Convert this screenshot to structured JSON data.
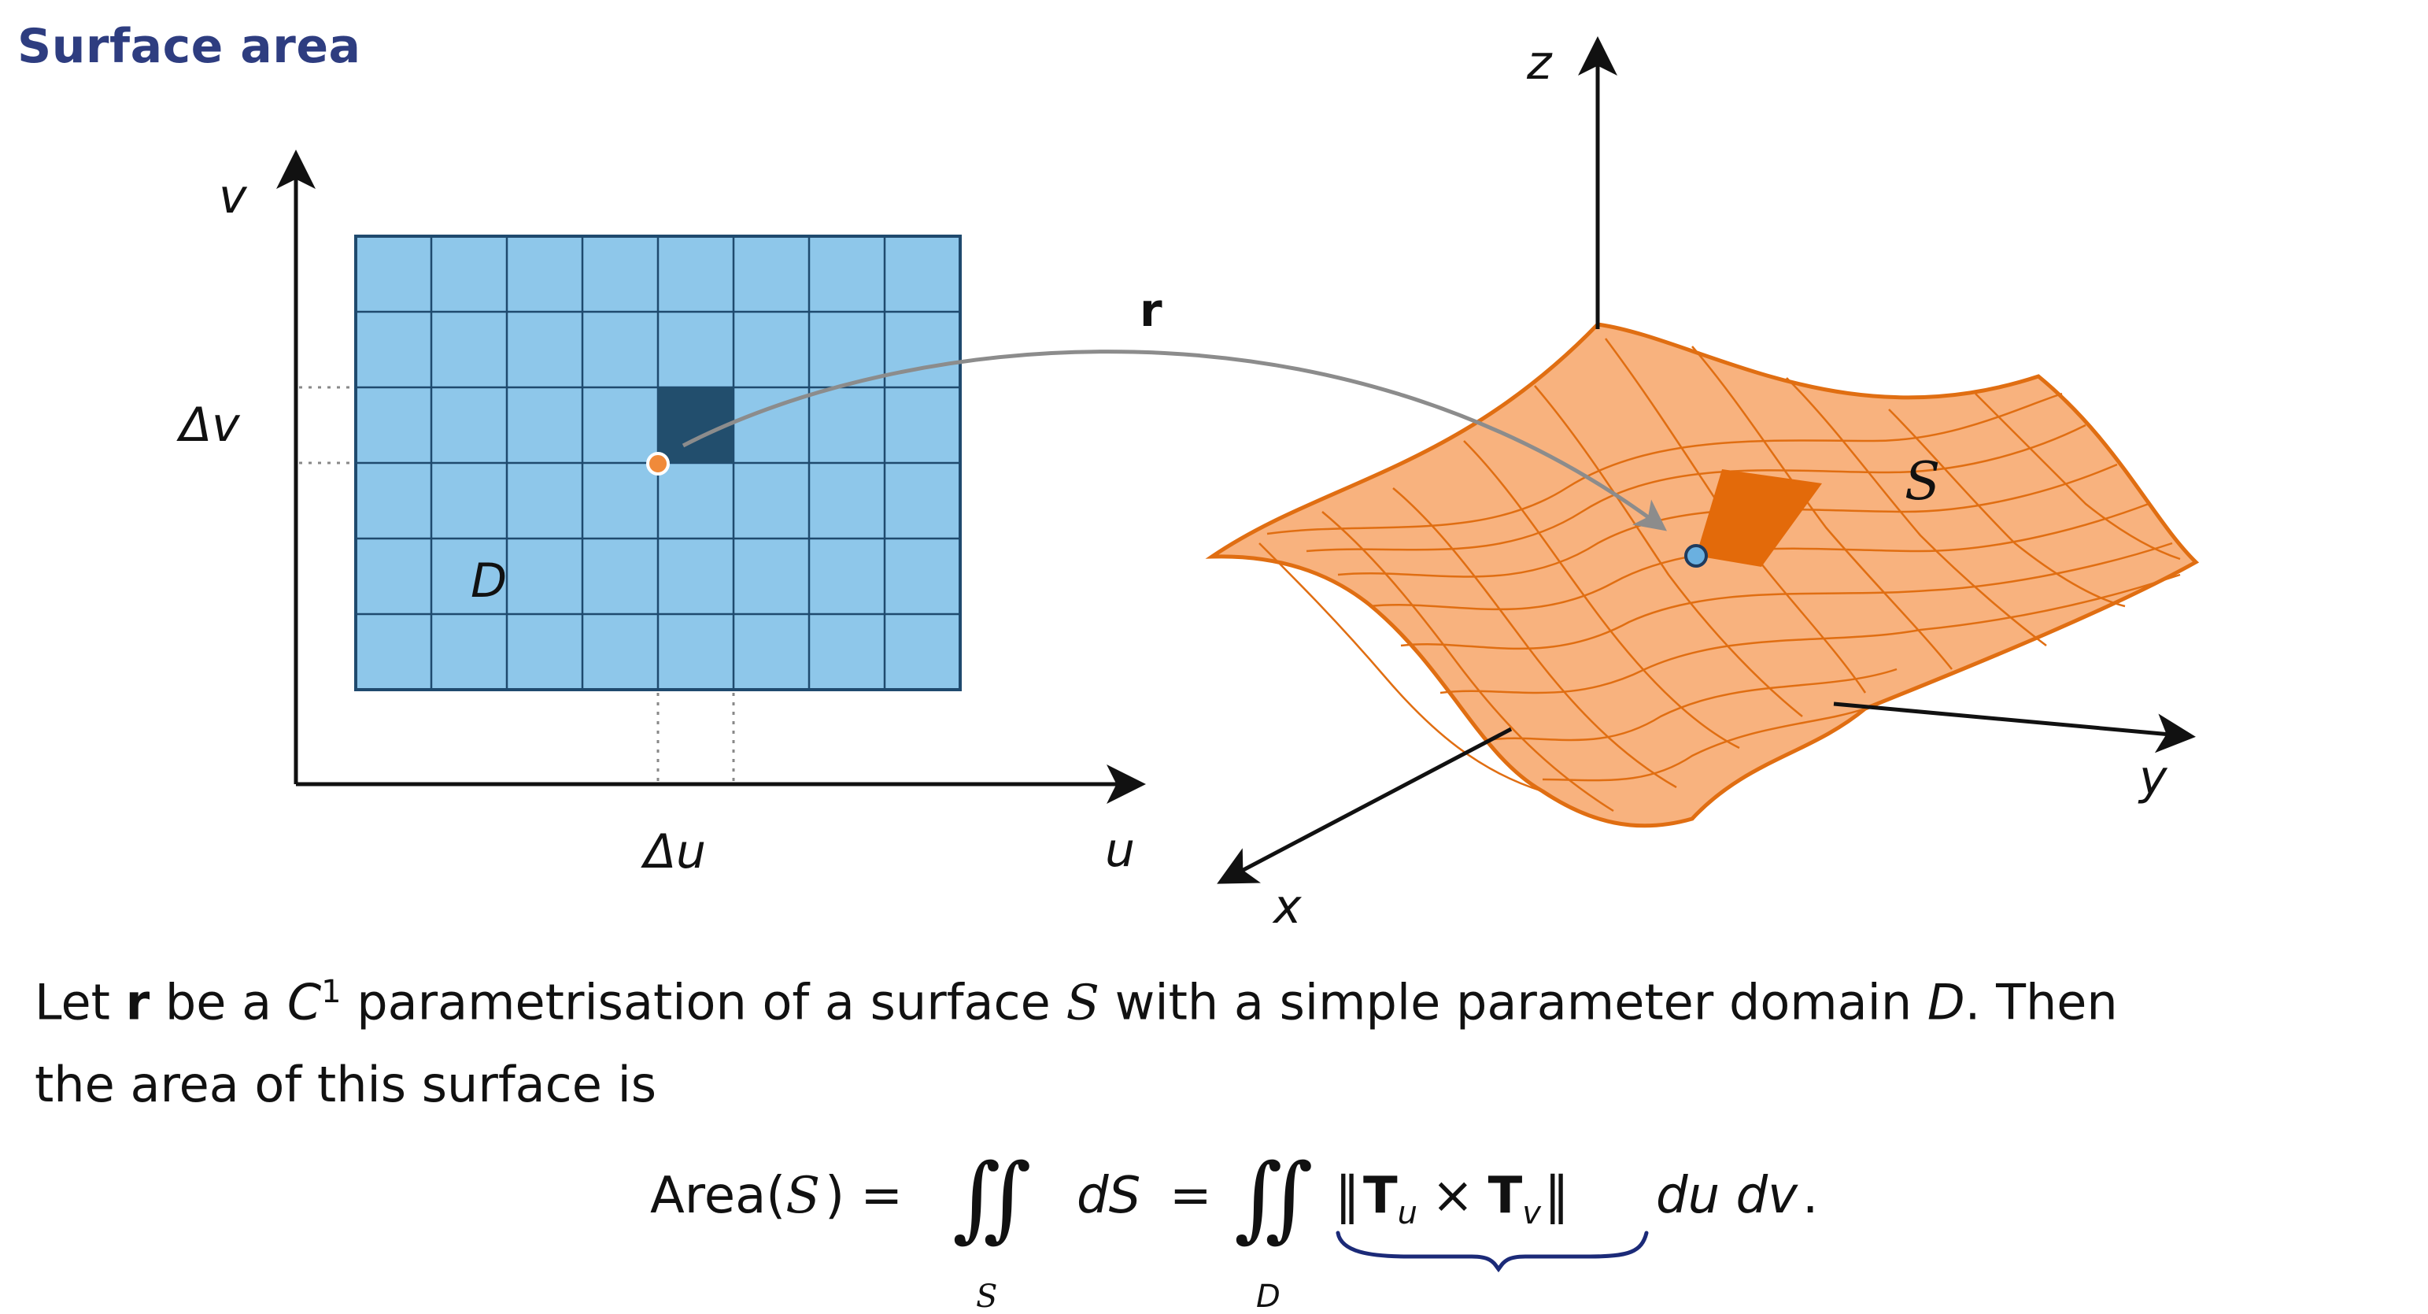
{
  "title": "Surface area",
  "colors": {
    "title": "#2e3d80",
    "domain_fill": "#8ec7ea",
    "domain_stroke": "#1f4a6e",
    "patch_domain": "#224e6d",
    "surface_fill": "#f8b27e",
    "surface_stroke": "#e06e12",
    "patch_surface": "#e36a0a",
    "map_arrow": "#8c8c8c",
    "point_orange": "#f08a3a",
    "point_blue": "#6ab0e0",
    "underbrace": "#1b2a78"
  },
  "domain_plot": {
    "axis_u": "u",
    "axis_v": "v",
    "delta_u": "Δu",
    "delta_v": "Δv",
    "domain_label": "D",
    "grid_cols": 8,
    "grid_rows": 6
  },
  "map_label": "r",
  "surface_plot": {
    "axis_x": "x",
    "axis_y": "y",
    "axis_z": "z",
    "surface_label": "S"
  },
  "text": {
    "p1": "Let ",
    "r": "r",
    "p2": " be a ",
    "C": "C",
    "sup": "1",
    "p3": " parametrisation of a surface ",
    "S": "S",
    "p4": " with a simple parameter domain ",
    "D": "D",
    "p5": ". Then",
    "line2": "the area of this surface is"
  },
  "formula": {
    "area": "Area(",
    "S": "S",
    "close_eq": ") =",
    "integral": "∬",
    "sub_S": "S",
    "dS": "dS",
    "eq": "=",
    "sub_D": "D",
    "norm_open": "‖",
    "T": "T",
    "u": "u",
    "times": "×",
    "v": "v",
    "norm_close": "‖",
    "dudv": "du dv",
    "period": "."
  }
}
